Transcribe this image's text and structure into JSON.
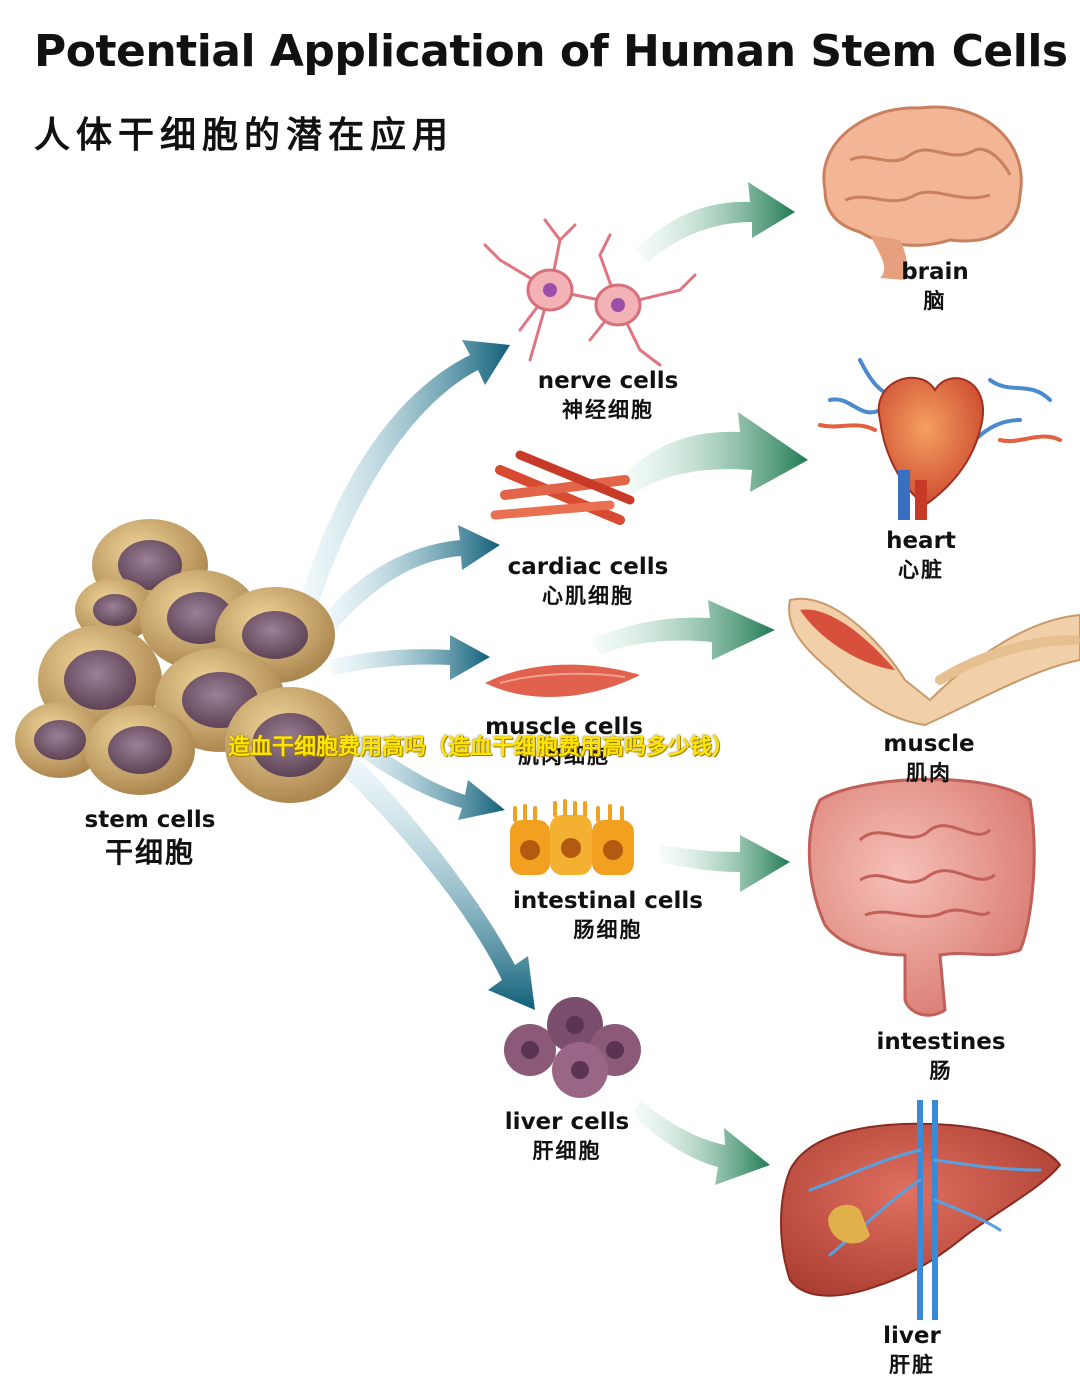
{
  "title": "Potential Application of Human Stem Cells",
  "subtitle": "人体干细胞的潜在应用",
  "source": {
    "en": "stem cells",
    "zh": "干细胞"
  },
  "cells": [
    {
      "en": "nerve cells",
      "zh": "神经细胞"
    },
    {
      "en": "cardiac cells",
      "zh": "心肌细胞"
    },
    {
      "en": "muscle cells",
      "zh": "肌肉细胞"
    },
    {
      "en": "intestinal cells",
      "zh": "肠细胞"
    },
    {
      "en": "liver cells",
      "zh": "肝细胞"
    }
  ],
  "organs": [
    {
      "en": "brain",
      "zh": "脑"
    },
    {
      "en": "heart",
      "zh": "心脏"
    },
    {
      "en": "muscle",
      "zh": "肌肉"
    },
    {
      "en": "intestines",
      "zh": "肠"
    },
    {
      "en": "liver",
      "zh": "肝脏"
    }
  ],
  "watermark": "造血干细胞费用高吗（造血干细胞费用高吗多少钱）",
  "colors": {
    "blue_arrow": "#0f5f78",
    "green_arrow": "#1f7a52",
    "cell_outer": "#c9a466",
    "cell_nucleus": "#7a5a6e",
    "watermark": "#ffe600"
  }
}
